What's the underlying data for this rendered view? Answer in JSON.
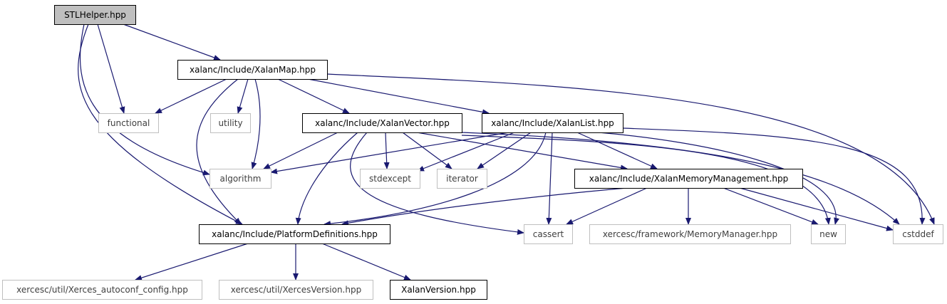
{
  "colors": {
    "edge": "#191970",
    "node_border_dark": "#000000",
    "node_border_light": "#bfbfbf",
    "root_fill": "#bfbfbf",
    "text_dark": "#000000",
    "text_light": "#3f3f3f"
  },
  "nodes": [
    {
      "id": "stlhelper",
      "label": "STLHelper.hpp",
      "style": "root"
    },
    {
      "id": "xalanmap",
      "label": "xalanc/Include/XalanMap.hpp",
      "style": "linked"
    },
    {
      "id": "functional",
      "label": "functional",
      "style": "external"
    },
    {
      "id": "utility",
      "label": "utility",
      "style": "external"
    },
    {
      "id": "xalanvector",
      "label": "xalanc/Include/XalanVector.hpp",
      "style": "linked"
    },
    {
      "id": "xalanlist",
      "label": "xalanc/Include/XalanList.hpp",
      "style": "linked"
    },
    {
      "id": "algorithm",
      "label": "algorithm",
      "style": "external"
    },
    {
      "id": "stdexcept",
      "label": "stdexcept",
      "style": "external"
    },
    {
      "id": "iterator",
      "label": "iterator",
      "style": "external"
    },
    {
      "id": "memmgmt",
      "label": "xalanc/Include/XalanMemoryManagement.hpp",
      "style": "linked"
    },
    {
      "id": "platformdefs",
      "label": "xalanc/Include/PlatformDefinitions.hpp",
      "style": "linked"
    },
    {
      "id": "cassert",
      "label": "cassert",
      "style": "external"
    },
    {
      "id": "memmanager",
      "label": "xercesc/framework/MemoryManager.hpp",
      "style": "external"
    },
    {
      "id": "new",
      "label": "new",
      "style": "external"
    },
    {
      "id": "cstddef",
      "label": "cstddef",
      "style": "external"
    },
    {
      "id": "xautoconf",
      "label": "xercesc/util/Xerces_autoconf_config.hpp",
      "style": "external"
    },
    {
      "id": "xversion",
      "label": "xercesc/util/XercesVersion.hpp",
      "style": "external"
    },
    {
      "id": "xalanversion",
      "label": "XalanVersion.hpp",
      "style": "linked"
    }
  ],
  "edges": [
    {
      "from": "stlhelper",
      "to": "xalanmap"
    },
    {
      "from": "stlhelper",
      "to": "functional"
    },
    {
      "from": "stlhelper",
      "to": "algorithm"
    },
    {
      "from": "stlhelper",
      "to": "platformdefs"
    },
    {
      "from": "xalanmap",
      "to": "functional"
    },
    {
      "from": "xalanmap",
      "to": "utility"
    },
    {
      "from": "xalanmap",
      "to": "algorithm"
    },
    {
      "from": "xalanmap",
      "to": "xalanvector"
    },
    {
      "from": "xalanmap",
      "to": "xalanlist"
    },
    {
      "from": "xalanmap",
      "to": "platformdefs"
    },
    {
      "from": "xalanmap",
      "to": "cstddef"
    },
    {
      "from": "xalanvector",
      "to": "algorithm"
    },
    {
      "from": "xalanvector",
      "to": "stdexcept"
    },
    {
      "from": "xalanvector",
      "to": "iterator"
    },
    {
      "from": "xalanvector",
      "to": "memmgmt"
    },
    {
      "from": "xalanvector",
      "to": "platformdefs"
    },
    {
      "from": "xalanvector",
      "to": "cassert"
    },
    {
      "from": "xalanvector",
      "to": "new"
    },
    {
      "from": "xalanvector",
      "to": "cstddef"
    },
    {
      "from": "xalanlist",
      "to": "algorithm"
    },
    {
      "from": "xalanlist",
      "to": "stdexcept"
    },
    {
      "from": "xalanlist",
      "to": "iterator"
    },
    {
      "from": "xalanlist",
      "to": "memmgmt"
    },
    {
      "from": "xalanlist",
      "to": "platformdefs"
    },
    {
      "from": "xalanlist",
      "to": "cassert"
    },
    {
      "from": "xalanlist",
      "to": "new"
    },
    {
      "from": "xalanlist",
      "to": "cstddef"
    },
    {
      "from": "memmgmt",
      "to": "platformdefs"
    },
    {
      "from": "memmgmt",
      "to": "cassert"
    },
    {
      "from": "memmgmt",
      "to": "memmanager"
    },
    {
      "from": "memmgmt",
      "to": "new"
    },
    {
      "from": "memmgmt",
      "to": "cstddef"
    },
    {
      "from": "platformdefs",
      "to": "xautoconf"
    },
    {
      "from": "platformdefs",
      "to": "xversion"
    },
    {
      "from": "platformdefs",
      "to": "xalanversion"
    }
  ]
}
